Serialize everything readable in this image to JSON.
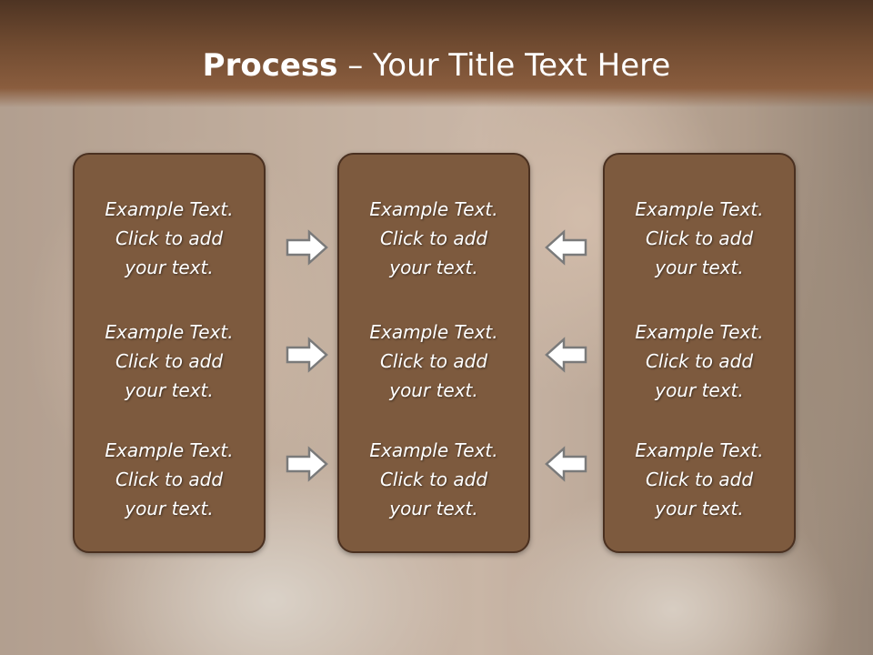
{
  "title": {
    "bold": "Process",
    "dash": " – ",
    "rest": "Your Title Text Here"
  },
  "boxes": [
    {
      "items": [
        {
          "line1": "Example Text.",
          "line2": "Click  to add",
          "line3": "your text."
        },
        {
          "line1": "Example Text.",
          "line2": "Click  to add",
          "line3": "your text."
        },
        {
          "line1": "Example Text.",
          "line2": "Click  to add",
          "line3": "your text."
        }
      ]
    },
    {
      "items": [
        {
          "line1": "Example Text.",
          "line2": "Click  to add",
          "line3": "your text."
        },
        {
          "line1": "Example Text.",
          "line2": "Click  to add",
          "line3": "your text."
        },
        {
          "line1": "Example Text.",
          "line2": "Click  to add",
          "line3": "your text."
        }
      ]
    },
    {
      "items": [
        {
          "line1": "Example Text.",
          "line2": "Click  to add",
          "line3": "your text."
        },
        {
          "line1": "Example Text.",
          "line2": "Click  to add",
          "line3": "your text."
        },
        {
          "line1": "Example Text.",
          "line2": "Click  to add",
          "line3": "your text."
        }
      ]
    }
  ],
  "arrows": {
    "left_column": "right-arrow-icon",
    "right_column": "left-arrow-icon"
  },
  "colors": {
    "title_bar": "#6f4a30",
    "box_fill": "#7d5a3e",
    "box_border": "#4a3020",
    "arrow_fill": "#ffffff",
    "arrow_stroke": "#7a7a7a"
  }
}
